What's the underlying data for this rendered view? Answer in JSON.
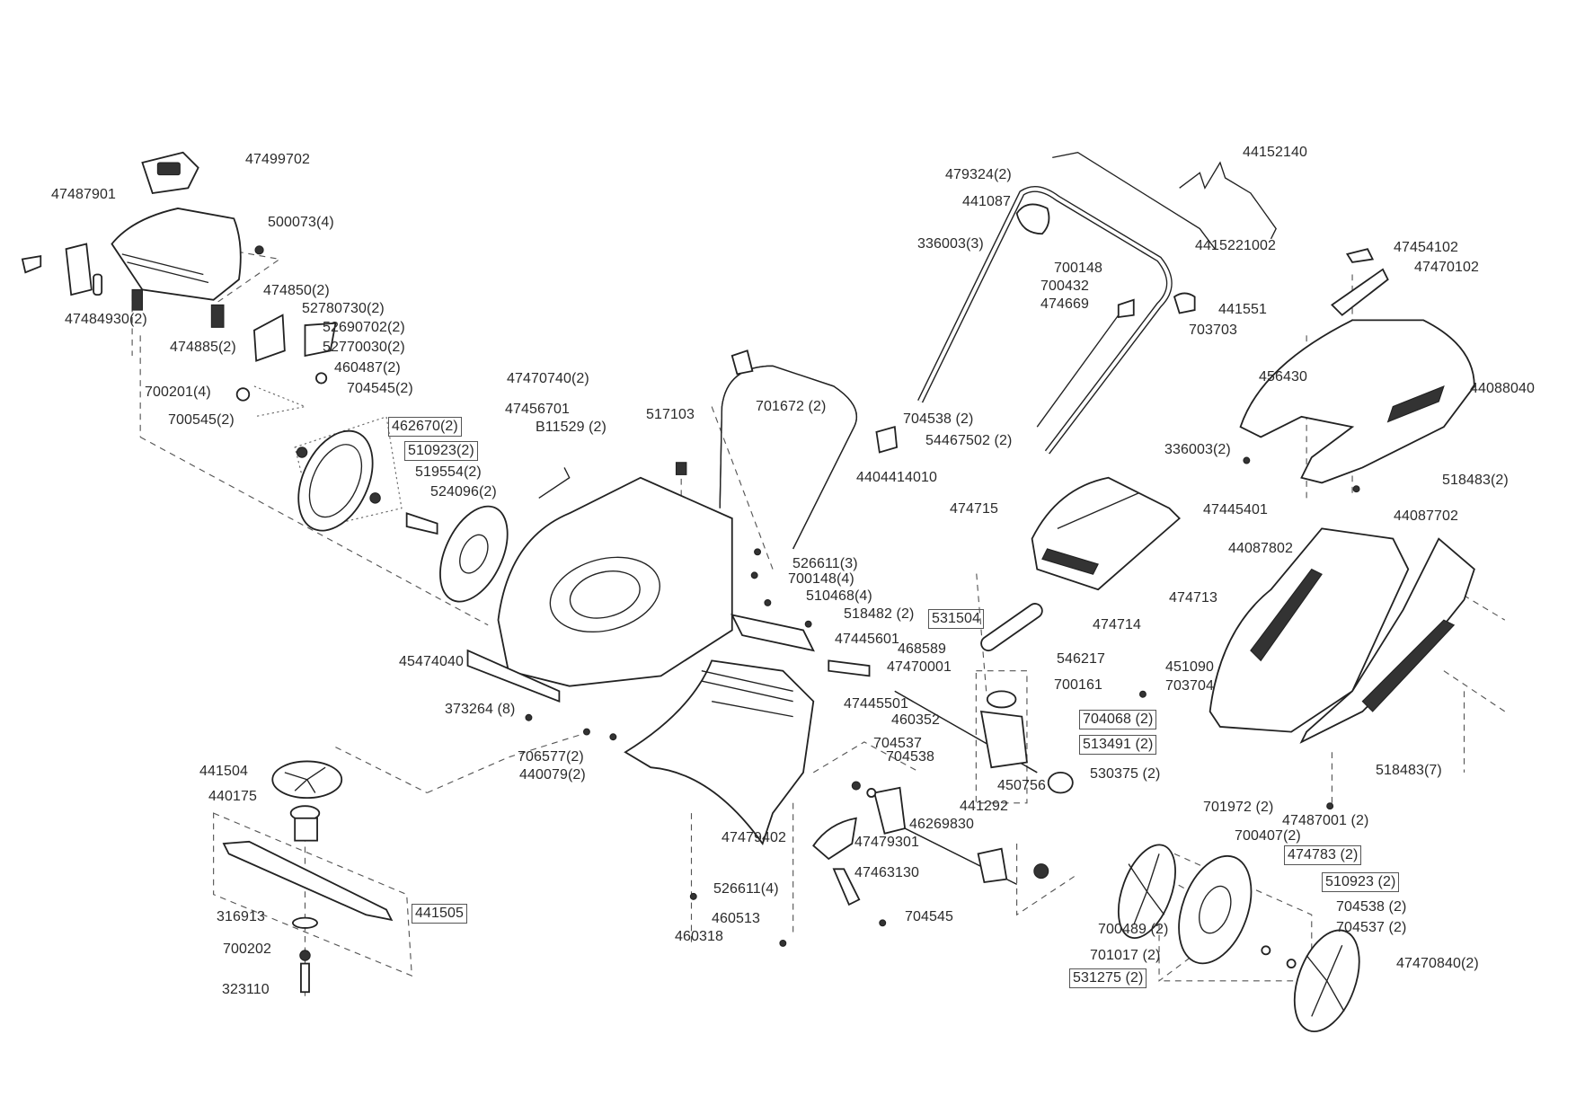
{
  "diagram": {
    "title": "Lawn mower exploded parts diagram",
    "labels": [
      {
        "id": "l01",
        "text": "47499702",
        "boxed": false
      },
      {
        "id": "l02",
        "text": "47487901",
        "boxed": false
      },
      {
        "id": "l03",
        "text": "500073(4)",
        "boxed": false
      },
      {
        "id": "l04",
        "text": "47484930(2)",
        "boxed": false
      },
      {
        "id": "l05",
        "text": "474850(2)",
        "boxed": false
      },
      {
        "id": "l06",
        "text": "52780730(2)",
        "boxed": false
      },
      {
        "id": "l07",
        "text": "474885(2)",
        "boxed": false
      },
      {
        "id": "l08",
        "text": "52690702(2)",
        "boxed": false
      },
      {
        "id": "l09",
        "text": "52770030(2)",
        "boxed": false
      },
      {
        "id": "l10",
        "text": "460487(2)",
        "boxed": false
      },
      {
        "id": "l11",
        "text": "700201(4)",
        "boxed": false
      },
      {
        "id": "l12",
        "text": "704545(2)",
        "boxed": false
      },
      {
        "id": "l13",
        "text": "700545(2)",
        "boxed": false
      },
      {
        "id": "l14",
        "text": "462670(2)",
        "boxed": true
      },
      {
        "id": "l15",
        "text": "510923(2)",
        "boxed": true
      },
      {
        "id": "l16",
        "text": "519554(2)",
        "boxed": false
      },
      {
        "id": "l17",
        "text": "524096(2)",
        "boxed": false
      },
      {
        "id": "l18",
        "text": "47470740(2)",
        "boxed": false
      },
      {
        "id": "l19",
        "text": "47456701",
        "boxed": false
      },
      {
        "id": "l20",
        "text": "B11529 (2)",
        "boxed": false
      },
      {
        "id": "l21",
        "text": "517103",
        "boxed": false
      },
      {
        "id": "l22",
        "text": "701672 (2)",
        "boxed": false
      },
      {
        "id": "l23",
        "text": "704538 (2)",
        "boxed": false
      },
      {
        "id": "l24",
        "text": "54467502 (2)",
        "boxed": false
      },
      {
        "id": "l25",
        "text": "4404414010",
        "boxed": false
      },
      {
        "id": "l26",
        "text": "479324(2)",
        "boxed": false
      },
      {
        "id": "l27",
        "text": "441087",
        "boxed": false
      },
      {
        "id": "l28",
        "text": "336003(3)",
        "boxed": false
      },
      {
        "id": "l29",
        "text": "44152140",
        "boxed": false
      },
      {
        "id": "l30",
        "text": "4415221002",
        "boxed": false
      },
      {
        "id": "l31",
        "text": "700148",
        "boxed": false
      },
      {
        "id": "l32",
        "text": "700432",
        "boxed": false
      },
      {
        "id": "l33",
        "text": "474669",
        "boxed": false
      },
      {
        "id": "l34",
        "text": "441551",
        "boxed": false
      },
      {
        "id": "l35",
        "text": "703703",
        "boxed": false
      },
      {
        "id": "l36",
        "text": "456430",
        "boxed": false
      },
      {
        "id": "l37",
        "text": "47454102",
        "boxed": false
      },
      {
        "id": "l38",
        "text": "47470102",
        "boxed": false
      },
      {
        "id": "l39",
        "text": "44088040",
        "boxed": false
      },
      {
        "id": "l40",
        "text": "336003(2)",
        "boxed": false
      },
      {
        "id": "l41",
        "text": "518483(2)",
        "boxed": false
      },
      {
        "id": "l42",
        "text": "474715",
        "boxed": false
      },
      {
        "id": "l43",
        "text": "47445401",
        "boxed": false
      },
      {
        "id": "l44",
        "text": "44087702",
        "boxed": false
      },
      {
        "id": "l45",
        "text": "44087802",
        "boxed": false
      },
      {
        "id": "l46",
        "text": "526611(3)",
        "boxed": false
      },
      {
        "id": "l47",
        "text": "700148(4)",
        "boxed": false
      },
      {
        "id": "l48",
        "text": "510468(4)",
        "boxed": false
      },
      {
        "id": "l49",
        "text": "518482 (2)",
        "boxed": false
      },
      {
        "id": "l50",
        "text": "531504",
        "boxed": true
      },
      {
        "id": "l51",
        "text": "474714",
        "boxed": false
      },
      {
        "id": "l52",
        "text": "474713",
        "boxed": false
      },
      {
        "id": "l53",
        "text": "47445601",
        "boxed": false
      },
      {
        "id": "l54",
        "text": "468589",
        "boxed": false
      },
      {
        "id": "l55",
        "text": "47470001",
        "boxed": false
      },
      {
        "id": "l56",
        "text": "546217",
        "boxed": false
      },
      {
        "id": "l57",
        "text": "451090",
        "boxed": false
      },
      {
        "id": "l58",
        "text": "700161",
        "boxed": false
      },
      {
        "id": "l59",
        "text": "703704",
        "boxed": false
      },
      {
        "id": "l60",
        "text": "45474040",
        "boxed": false
      },
      {
        "id": "l61",
        "text": "47445501",
        "boxed": false
      },
      {
        "id": "l62",
        "text": "460352",
        "boxed": false
      },
      {
        "id": "l63",
        "text": "704068 (2)",
        "boxed": true
      },
      {
        "id": "l64",
        "text": "513491 (2)",
        "boxed": true
      },
      {
        "id": "l65",
        "text": "373264 (8)",
        "boxed": false
      },
      {
        "id": "l66",
        "text": "704537",
        "boxed": false
      },
      {
        "id": "l67",
        "text": "704538",
        "boxed": false
      },
      {
        "id": "l68",
        "text": "706577(2)",
        "boxed": false
      },
      {
        "id": "l69",
        "text": "440079(2)",
        "boxed": false
      },
      {
        "id": "l70",
        "text": "450756",
        "boxed": false
      },
      {
        "id": "l71",
        "text": "530375 (2)",
        "boxed": false
      },
      {
        "id": "l72",
        "text": "518483(7)",
        "boxed": false
      },
      {
        "id": "l73",
        "text": "441504",
        "boxed": false
      },
      {
        "id": "l74",
        "text": "441292",
        "boxed": false
      },
      {
        "id": "l75",
        "text": "440175",
        "boxed": false
      },
      {
        "id": "l76",
        "text": "46269830",
        "boxed": false
      },
      {
        "id": "l77",
        "text": "701972 (2)",
        "boxed": false
      },
      {
        "id": "l78",
        "text": "47487001 (2)",
        "boxed": false
      },
      {
        "id": "l79",
        "text": "700407(2)",
        "boxed": false
      },
      {
        "id": "l80",
        "text": "47479402",
        "boxed": false
      },
      {
        "id": "l81",
        "text": "47479301",
        "boxed": false
      },
      {
        "id": "l82",
        "text": "474783 (2)",
        "boxed": true
      },
      {
        "id": "l83",
        "text": "47463130",
        "boxed": false
      },
      {
        "id": "l84",
        "text": "526611(4)",
        "boxed": false
      },
      {
        "id": "l85",
        "text": "510923 (2)",
        "boxed": true
      },
      {
        "id": "l86",
        "text": "316913",
        "boxed": false
      },
      {
        "id": "l87",
        "text": "441505",
        "boxed": true
      },
      {
        "id": "l88",
        "text": "704545",
        "boxed": false
      },
      {
        "id": "l89",
        "text": "460513",
        "boxed": false
      },
      {
        "id": "l90",
        "text": "704538 (2)",
        "boxed": false
      },
      {
        "id": "l91",
        "text": "700489 (2)",
        "boxed": false
      },
      {
        "id": "l92",
        "text": "704537 (2)",
        "boxed": false
      },
      {
        "id": "l93",
        "text": "460318",
        "boxed": false
      },
      {
        "id": "l94",
        "text": "701017 (2)",
        "boxed": false
      },
      {
        "id": "l95",
        "text": "47470840(2)",
        "boxed": false
      },
      {
        "id": "l96",
        "text": "700202",
        "boxed": false
      },
      {
        "id": "l97",
        "text": "531275 (2)",
        "boxed": true
      },
      {
        "id": "l98",
        "text": "323110",
        "boxed": false
      }
    ]
  }
}
